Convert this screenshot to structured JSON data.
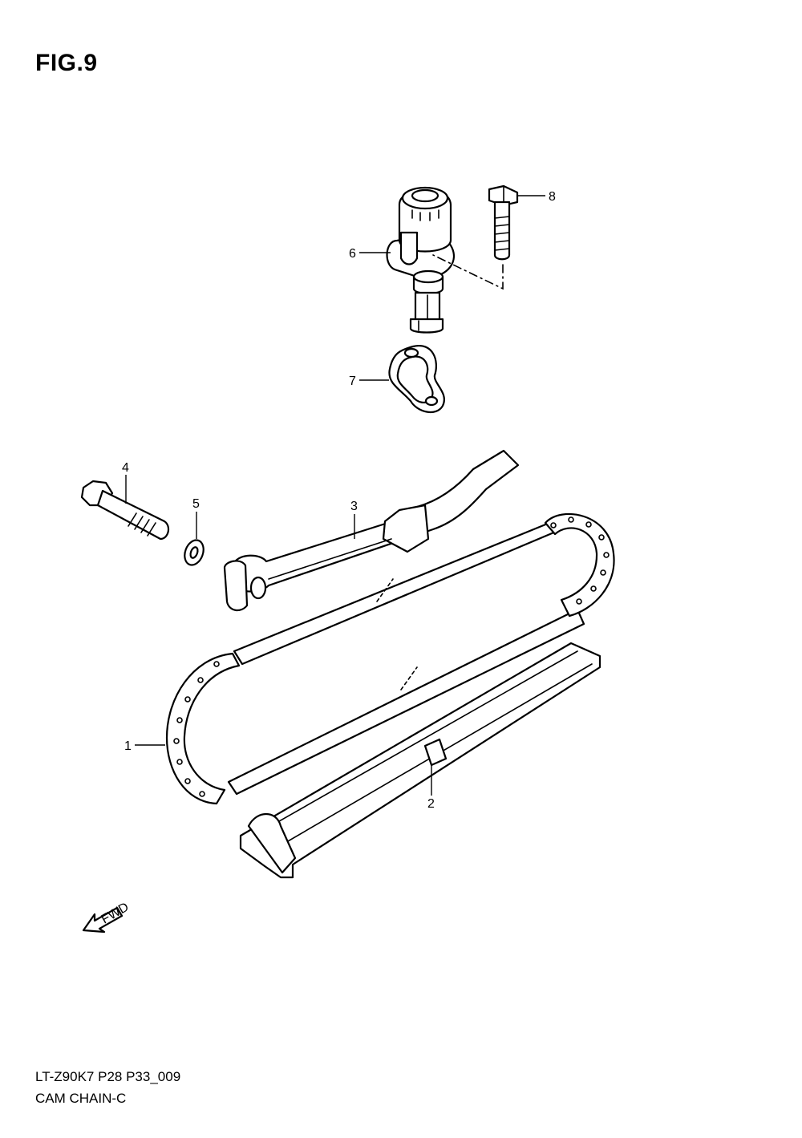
{
  "figure": {
    "title": "FIG.9",
    "model_code": "LT-Z90K7  P28  P33_009",
    "section_name": "CAM CHAIN-C"
  },
  "callouts": [
    {
      "id": "1",
      "label": "1"
    },
    {
      "id": "2",
      "label": "2"
    },
    {
      "id": "3",
      "label": "3"
    },
    {
      "id": "4",
      "label": "4"
    },
    {
      "id": "5",
      "label": "5"
    },
    {
      "id": "6",
      "label": "6"
    },
    {
      "id": "7",
      "label": "7"
    },
    {
      "id": "8",
      "label": "8"
    }
  ],
  "direction_marker": {
    "label": "FWD",
    "icon": "forward-arrow-icon"
  },
  "colors": {
    "line": "#000000",
    "background": "#ffffff"
  }
}
